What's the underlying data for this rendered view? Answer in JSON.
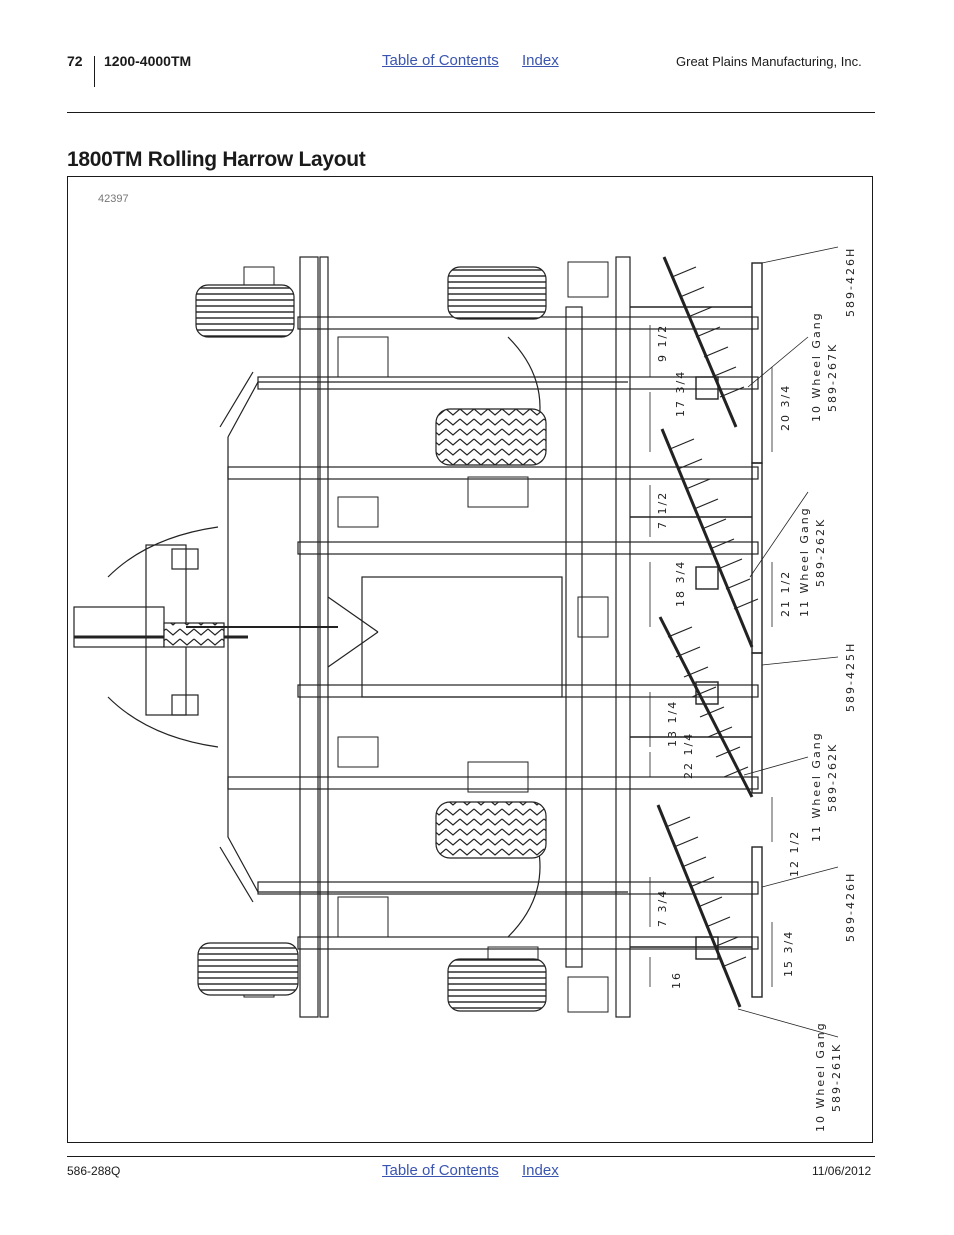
{
  "header": {
    "page_number": "72",
    "model": "1200-4000TM",
    "toc_link": "Table of Contents",
    "index_link": "Index",
    "company": "Great Plains Manufacturing, Inc."
  },
  "section": {
    "title": "1800TM Rolling Harrow Layout"
  },
  "figure": {
    "number": "42397",
    "labels": {
      "top_part": "589-426H",
      "gang_top_title": "10 Wheel Gang",
      "gang_top_part": "589-267K",
      "dim_20_3_4": "20 3/4",
      "dim_9_1_2": "9 1/2",
      "dim_17_3_4": "17 3/4",
      "dim_7_1_2": "7 1/2",
      "gang_mid_title": "11 Wheel Gang",
      "gang_mid_part": "589-262K",
      "dim_21_1_2": "21 1/2",
      "dim_18_3_4": "18 3/4",
      "mid_part": "589-425H",
      "dim_13_1_4": "13 1/4",
      "dim_22_1_4": "22 1/4",
      "gang_low_title": "11 Wheel Gang",
      "gang_low_part": "589-262K",
      "dim_12_1_2": "12 1/2",
      "bottom_part": "589-426H",
      "dim_7_3_4": "7 3/4",
      "dim_15_3_4": "15 3/4",
      "dim_16": "16",
      "gang_bottom_title": "10 Wheel Gang",
      "gang_bottom_part": "589-261K"
    }
  },
  "footer": {
    "doc_number": "586-288Q",
    "toc_link": "Table of Contents",
    "index_link": "Index",
    "date": "11/06/2012"
  }
}
